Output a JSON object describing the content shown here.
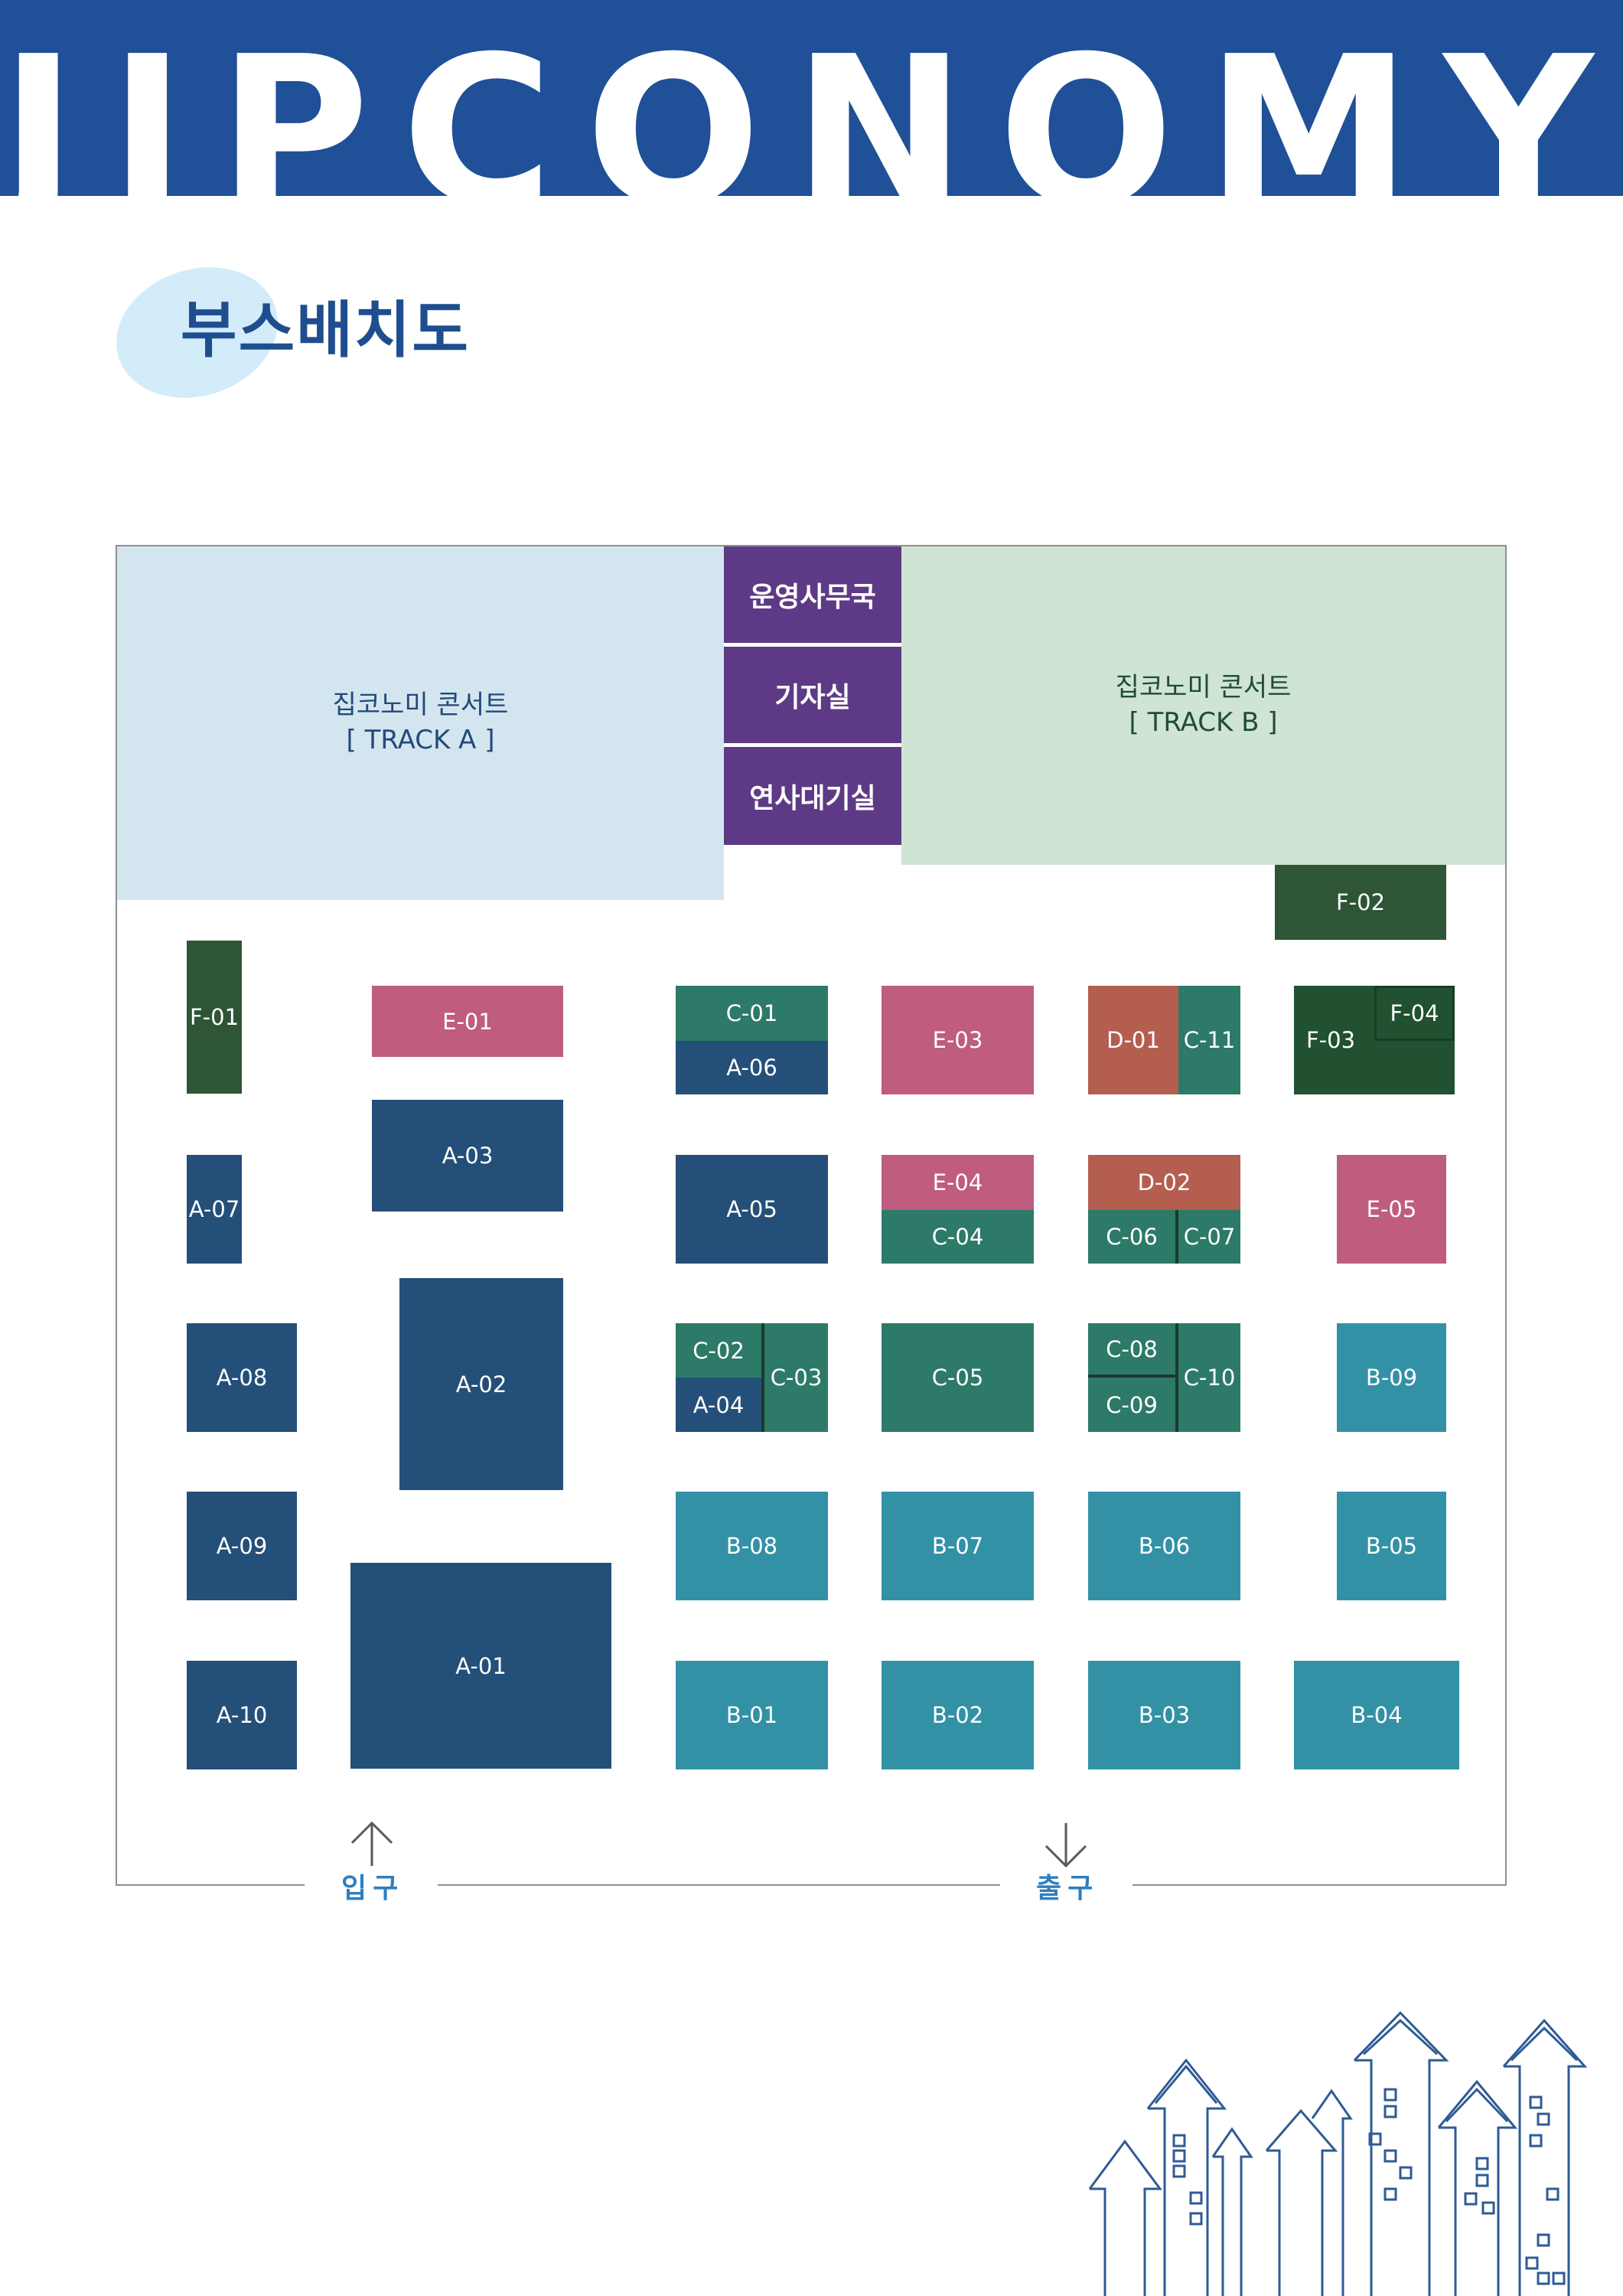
{
  "header": {
    "brand": "JIPCONOMY"
  },
  "page_title": "부스배치도",
  "zones": {
    "track_a": {
      "name": "집코노미 콘서트",
      "track": "[ TRACK A ]"
    },
    "track_b": {
      "name": "집코노미 콘서트",
      "track": "[ TRACK B ]"
    }
  },
  "rooms": {
    "office": "운영사무국",
    "press": "기자실",
    "speaker": "연사대기실"
  },
  "booths": {
    "F01": "F-01",
    "F02": "F-02",
    "F03": "F-03",
    "F04": "F-04",
    "E01": "E-01",
    "E03": "E-03",
    "E04": "E-04",
    "E05": "E-05",
    "A01": "A-01",
    "A02": "A-02",
    "A03": "A-03",
    "A04": "A-04",
    "A05": "A-05",
    "A06": "A-06",
    "A07": "A-07",
    "A08": "A-08",
    "A09": "A-09",
    "A10": "A-10",
    "C01": "C-01",
    "C02": "C-02",
    "C03": "C-03",
    "C04": "C-04",
    "C05": "C-05",
    "C06": "C-06",
    "C07": "C-07",
    "C08": "C-08",
    "C09": "C-09",
    "C10": "C-10",
    "C11": "C-11",
    "D01": "D-01",
    "D02": "D-02",
    "B01": "B-01",
    "B02": "B-02",
    "B03": "B-03",
    "B04": "B-04",
    "B05": "B-05",
    "B06": "B-06",
    "B07": "B-07",
    "B08": "B-08",
    "B09": "B-09"
  },
  "gates": {
    "entrance": "입구",
    "exit": "출구"
  },
  "colors": {
    "header": "#1f5098",
    "a_booth": "#244f78",
    "c_booth": "#2d7a68",
    "b_booth": "#3391a6",
    "e_booth": "#bf5c80",
    "d_booth": "#b45e50",
    "f_booth": "#2d5536",
    "rooms": "#5e3a86"
  },
  "icons": [
    "arrow-up-icon",
    "arrow-down-icon",
    "city-arrows-illustration"
  ]
}
